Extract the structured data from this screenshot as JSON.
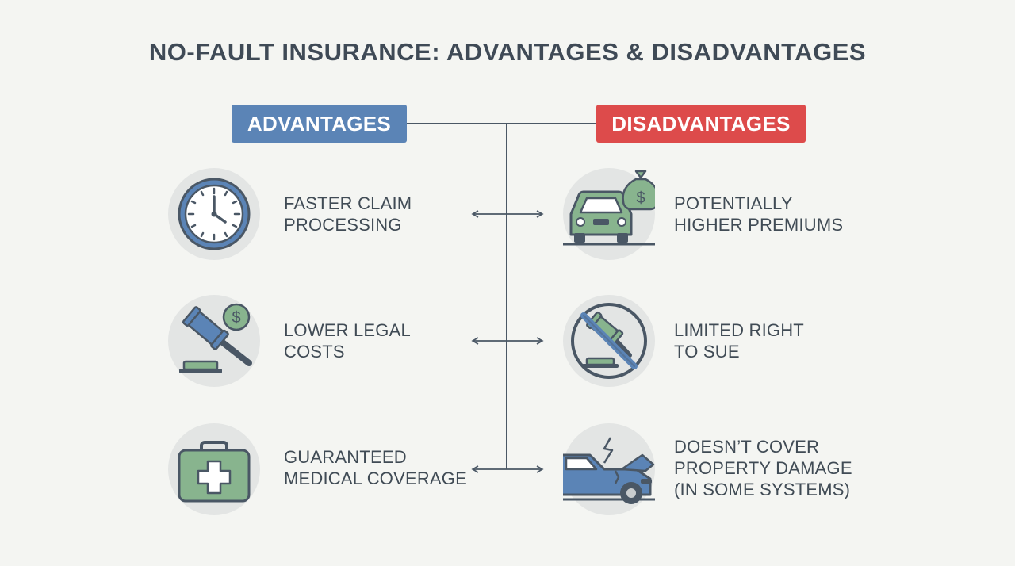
{
  "title": "NO-FAULT INSURANCE: ADVANTAGES & DISADVANTAGES",
  "advantages_header": "ADVANTAGES",
  "disadvantages_header": "DISADVANTAGES",
  "colors": {
    "advantages_accent": "#5b84b6",
    "disadvantages_accent": "#dd4b4b",
    "icon_outline": "#4a5765",
    "icon_green": "#88b48e",
    "icon_blue": "#5b84b6"
  },
  "advantages": [
    {
      "icon": "clock-icon",
      "lines": [
        "FASTER CLAIM",
        "PROCESSING"
      ]
    },
    {
      "icon": "gavel-coin-icon",
      "lines": [
        "LOWER LEGAL",
        "COSTS"
      ]
    },
    {
      "icon": "medical-kit-icon",
      "lines": [
        "GUARANTEED",
        "MEDICAL COVERAGE"
      ]
    }
  ],
  "disadvantages": [
    {
      "icon": "car-money-bag-icon",
      "lines": [
        "POTENTIALLY",
        "HIGHER PREMIUMS"
      ]
    },
    {
      "icon": "no-gavel-icon",
      "lines": [
        "LIMITED RIGHT",
        "TO SUE"
      ]
    },
    {
      "icon": "damaged-car-icon",
      "lines": [
        "DOESN’T COVER",
        "PROPERTY DAMAGE",
        "(IN SOME SYSTEMS)"
      ]
    }
  ]
}
